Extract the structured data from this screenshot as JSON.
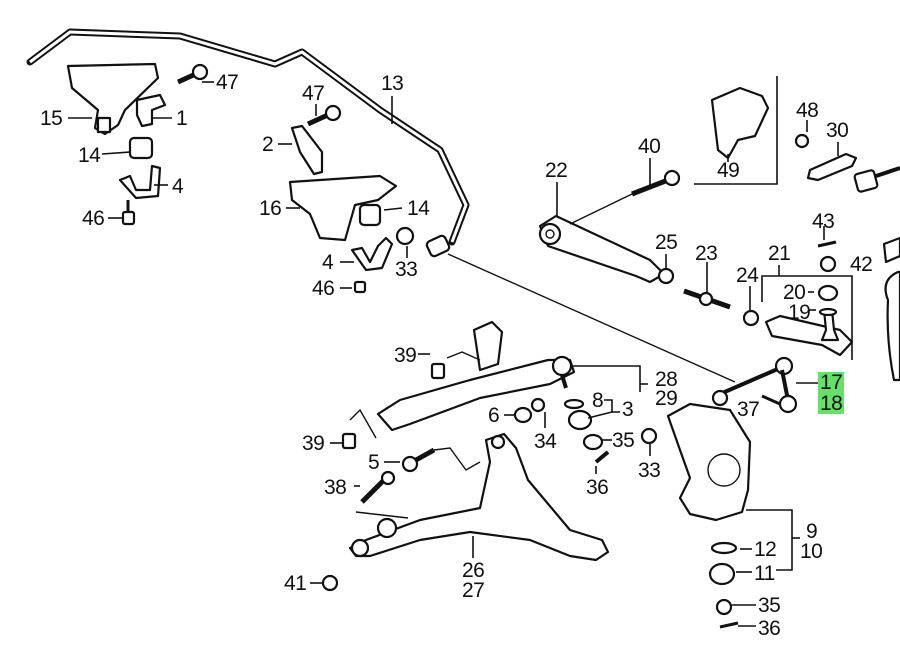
{
  "diagram": {
    "title": "Rear suspension exploded parts diagram",
    "highlight_color": "#66e06a",
    "labels": [
      {
        "id": "l47a",
        "text": "47"
      },
      {
        "id": "l15",
        "text": "15"
      },
      {
        "id": "l1",
        "text": "1"
      },
      {
        "id": "l14a",
        "text": "14"
      },
      {
        "id": "l4a",
        "text": "4"
      },
      {
        "id": "l46a",
        "text": "46"
      },
      {
        "id": "l47b",
        "text": "47"
      },
      {
        "id": "l13",
        "text": "13"
      },
      {
        "id": "l2",
        "text": "2"
      },
      {
        "id": "l16",
        "text": "16"
      },
      {
        "id": "l14b",
        "text": "14"
      },
      {
        "id": "l4b",
        "text": "4"
      },
      {
        "id": "l33a",
        "text": "33"
      },
      {
        "id": "l46b",
        "text": "46"
      },
      {
        "id": "l40",
        "text": "40"
      },
      {
        "id": "l22",
        "text": "22"
      },
      {
        "id": "l49",
        "text": "49"
      },
      {
        "id": "l48",
        "text": "48"
      },
      {
        "id": "l30",
        "text": "30"
      },
      {
        "id": "l25",
        "text": "25"
      },
      {
        "id": "l23",
        "text": "23"
      },
      {
        "id": "l21",
        "text": "21"
      },
      {
        "id": "l43",
        "text": "43"
      },
      {
        "id": "l42",
        "text": "42"
      },
      {
        "id": "l24",
        "text": "24"
      },
      {
        "id": "l20",
        "text": "20"
      },
      {
        "id": "l19",
        "text": "19"
      },
      {
        "id": "l17",
        "text": "17",
        "highlighted": true
      },
      {
        "id": "l18",
        "text": "18",
        "highlighted": true
      },
      {
        "id": "l37",
        "text": "37"
      },
      {
        "id": "l39a",
        "text": "39"
      },
      {
        "id": "l28",
        "text": "28"
      },
      {
        "id": "l29",
        "text": "29"
      },
      {
        "id": "l8",
        "text": "8"
      },
      {
        "id": "l3",
        "text": "3"
      },
      {
        "id": "l6",
        "text": "6"
      },
      {
        "id": "l34",
        "text": "34"
      },
      {
        "id": "l35a",
        "text": "35"
      },
      {
        "id": "l33b",
        "text": "33"
      },
      {
        "id": "l36a",
        "text": "36"
      },
      {
        "id": "l39b",
        "text": "39"
      },
      {
        "id": "l5",
        "text": "5"
      },
      {
        "id": "l38",
        "text": "38"
      },
      {
        "id": "l26",
        "text": "26"
      },
      {
        "id": "l27",
        "text": "27"
      },
      {
        "id": "l41",
        "text": "41"
      },
      {
        "id": "l9",
        "text": "9"
      },
      {
        "id": "l10",
        "text": "10"
      },
      {
        "id": "l12",
        "text": "12"
      },
      {
        "id": "l11",
        "text": "11"
      },
      {
        "id": "l35b",
        "text": "35"
      },
      {
        "id": "l36b",
        "text": "36"
      }
    ]
  }
}
